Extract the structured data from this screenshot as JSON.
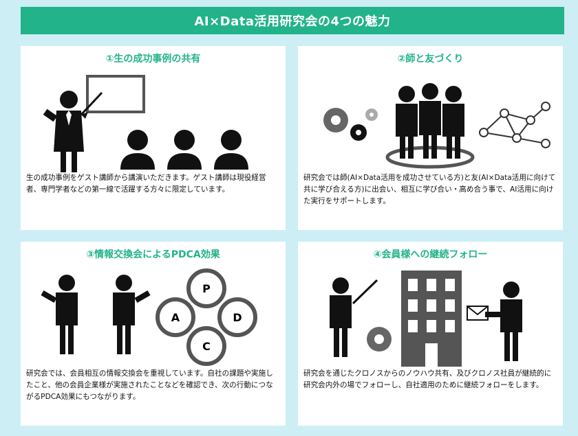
{
  "banner": {
    "title": "AI×Data活用研究会の4つの魅力"
  },
  "cards": [
    {
      "title": "①生の成功事例の共有",
      "body": "生の成功事例をゲスト講師から講演いただきます。ゲスト講師は現役経営者、専門学者などの第一線で活躍する方々に限定しています。"
    },
    {
      "title": "②師と友づくり",
      "body": "研究会では師(AI×Data活用を成功させている方)と友(AI×Data活用に向けて共に学び合える方)に出会い、相互に学び合い・高め合う事で、AI活用に向けた実行をサポートします。"
    },
    {
      "title": "③情報交換会によるPDCA効果",
      "body": "研究会では、会員相互の情報交換会を重視しています。自社の課題や実施したこと、他の会員企業様が実施されたことなどを確認でき、次の行動につながるPDCA効果にもつながります。",
      "cycle": {
        "p": "P",
        "d": "D",
        "c": "C",
        "a": "A"
      }
    },
    {
      "title": "④会員様への継続フォロー",
      "body": "研究会を通じたクロノスからのノウハウ共有、及びクロノス社員が継続的に研究会内外の場でフォローし、自社適用のために継続フォローをします。"
    }
  ]
}
